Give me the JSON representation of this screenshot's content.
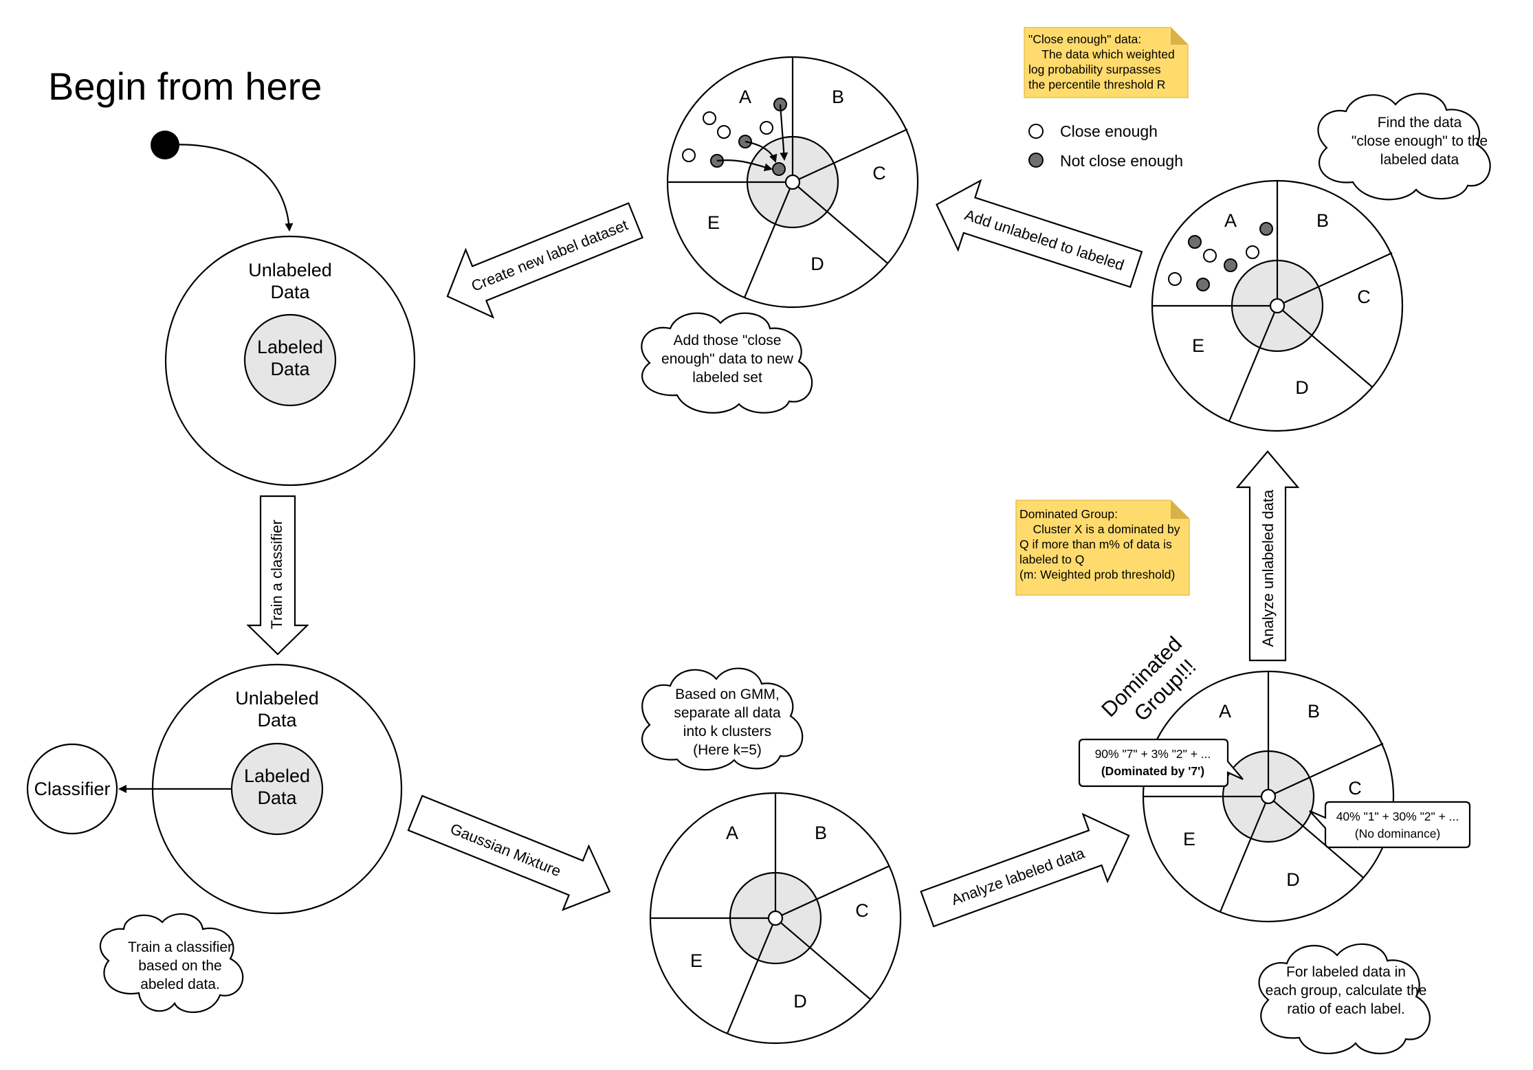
{
  "title": "Begin from here",
  "begin_circles": {
    "unlabeled": [
      "Unlabeled",
      "Data"
    ],
    "labeled": [
      "Labeled",
      "Data"
    ]
  },
  "train_circles": {
    "unlabeled": [
      "Unlabeled",
      "Data"
    ],
    "labeled": [
      "Labeled",
      "Data"
    ]
  },
  "classifier": "Classifier",
  "sector_letters": [
    "A",
    "B",
    "C",
    "D",
    "E"
  ],
  "arrows": {
    "train": "Train a classifier",
    "gaussian": "Gaussian Mixture",
    "analyze_labeled": "Analyze labeled data",
    "analyze_unlabeled": "Analyze unlabeled data",
    "add_unlabeled": "Add unlabeled to labeled",
    "create_new": "Create new label dataset"
  },
  "clouds": {
    "train": [
      "Train a classifier",
      "based on the",
      "abeled data."
    ],
    "gmm": [
      "Based on GMM,",
      "separate all data",
      "into k clusters",
      "(Here k=5)"
    ],
    "ratio": [
      "For labeled data in",
      "each group, calculate the",
      "ratio of each label."
    ],
    "find": [
      "Find the data",
      "\"close enough\" to the",
      "labeled data"
    ],
    "add": [
      "Add those \"close",
      "enough\" data to new",
      "labeled set"
    ]
  },
  "notes": {
    "dominated": [
      "Dominated Group:",
      "    Cluster X is a dominated by",
      "Q if more than m% of data is",
      "labeled to Q",
      "(m: Weighted prob threshold)"
    ],
    "close": [
      "\"Close enough\" data:",
      "    The data which weighted",
      "log probability surpasses",
      "the percentile threshold R"
    ]
  },
  "callouts": {
    "dominated_line1": "90% \"7\" + 3% \"2\" + ...",
    "dominated_line2": "(Dominated by '7')",
    "none_line1": "40% \"1\" + 30% \"2\" + ...",
    "none_line2": "(No dominance)"
  },
  "dominated_banner": [
    "Dominated",
    "Group!!!"
  ],
  "legend": {
    "close": "Close enough",
    "not_close": "Not close enough"
  }
}
